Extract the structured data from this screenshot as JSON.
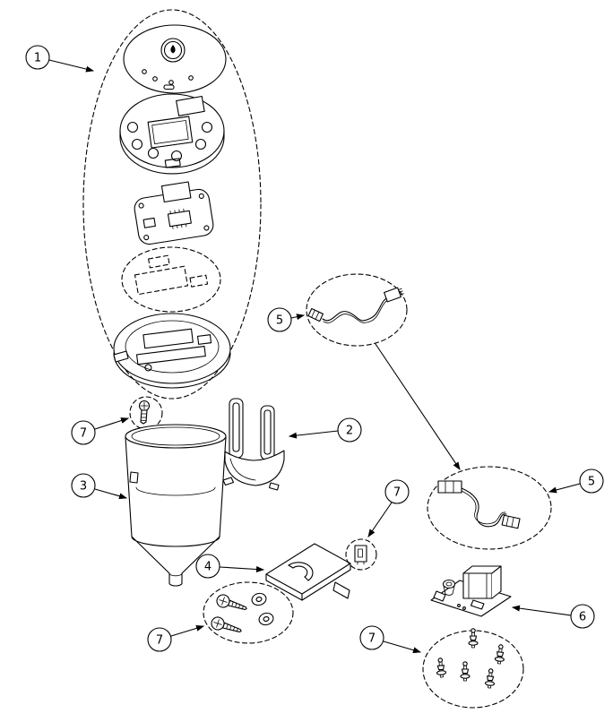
{
  "colors": {
    "ink": "#000000",
    "background": "#ffffff"
  },
  "callouts": {
    "c1": "1",
    "c2": "2",
    "c3": "3",
    "c4": "4",
    "c5a": "5",
    "c5b": "5",
    "c6": "6",
    "c7a": "7",
    "c7b": "7",
    "c7c": "7",
    "c7d": "7"
  }
}
